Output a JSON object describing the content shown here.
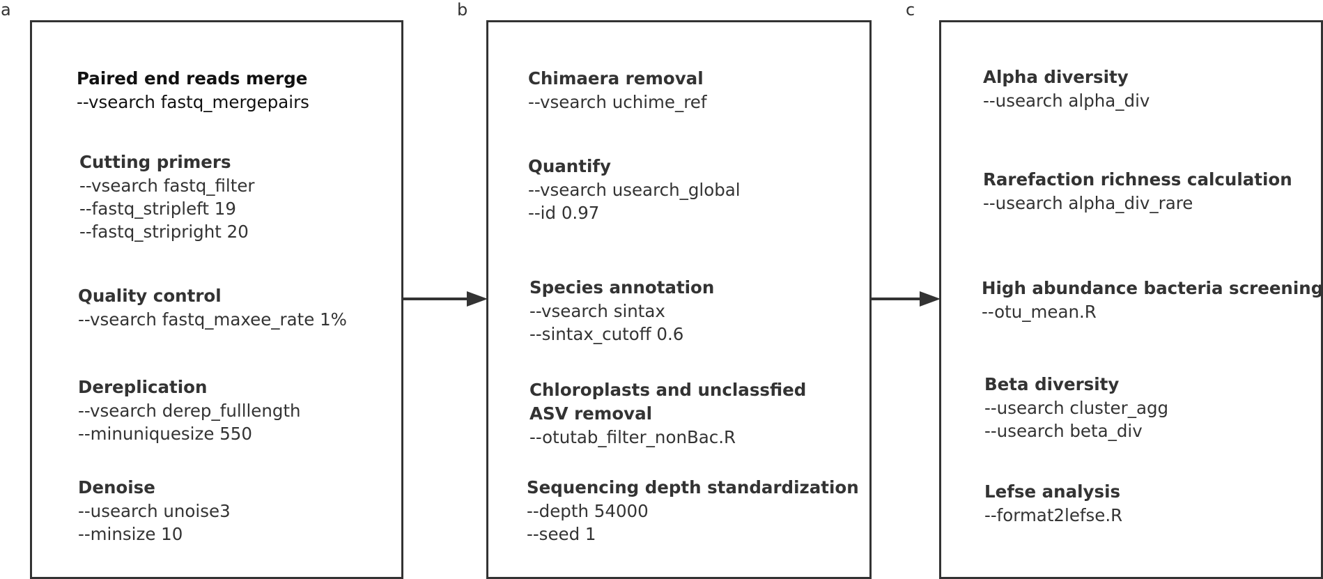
{
  "panels": [
    {
      "label": "a",
      "steps": [
        {
          "title": "Paired end reads merge",
          "lines": [
            "--vsearch fastq_mergepairs"
          ]
        },
        {
          "title": "Cutting primers",
          "lines": [
            "--vsearch fastq_filter",
            "--fastq_stripleft 19",
            "--fastq_stripright 20"
          ]
        },
        {
          "title": "Quality control",
          "lines": [
            "--vsearch fastq_maxee_rate 1%"
          ]
        },
        {
          "title": "Dereplication",
          "lines": [
            "--vsearch derep_fulllength",
            "--minuniquesize 550"
          ]
        },
        {
          "title": "Denoise",
          "lines": [
            "--usearch unoise3",
            "--minsize 10"
          ]
        }
      ]
    },
    {
      "label": "b",
      "steps": [
        {
          "title": "Chimaera removal",
          "lines": [
            "--vsearch uchime_ref"
          ]
        },
        {
          "title": "Quantify",
          "lines": [
            "--vsearch usearch_global",
            "--id 0.97"
          ]
        },
        {
          "title": "Species annotation",
          "lines": [
            "--vsearch sintax",
            "--sintax_cutoff 0.6"
          ]
        },
        {
          "title": "Chloroplasts and unclassfied",
          "title2": "ASV removal",
          "lines": [
            "--otutab_filter_nonBac.R"
          ]
        },
        {
          "title": "Sequencing depth standardization",
          "lines": [
            "--depth 54000",
            "--seed 1"
          ]
        }
      ]
    },
    {
      "label": "c",
      "steps": [
        {
          "title": "Alpha diversity",
          "lines": [
            "--usearch alpha_div"
          ]
        },
        {
          "title": "Rarefaction richness calculation",
          "lines": [
            "--usearch alpha_div_rare"
          ]
        },
        {
          "title": "High abundance bacteria screening",
          "lines": [
            "--otu_mean.R"
          ]
        },
        {
          "title": "Beta diversity",
          "lines": [
            "--usearch cluster_agg",
            "--usearch beta_div"
          ]
        },
        {
          "title": "Lefse analysis",
          "lines": [
            "--format2lefse.R"
          ]
        }
      ]
    }
  ],
  "colors": {
    "line": "#333333",
    "text": "#333333"
  }
}
